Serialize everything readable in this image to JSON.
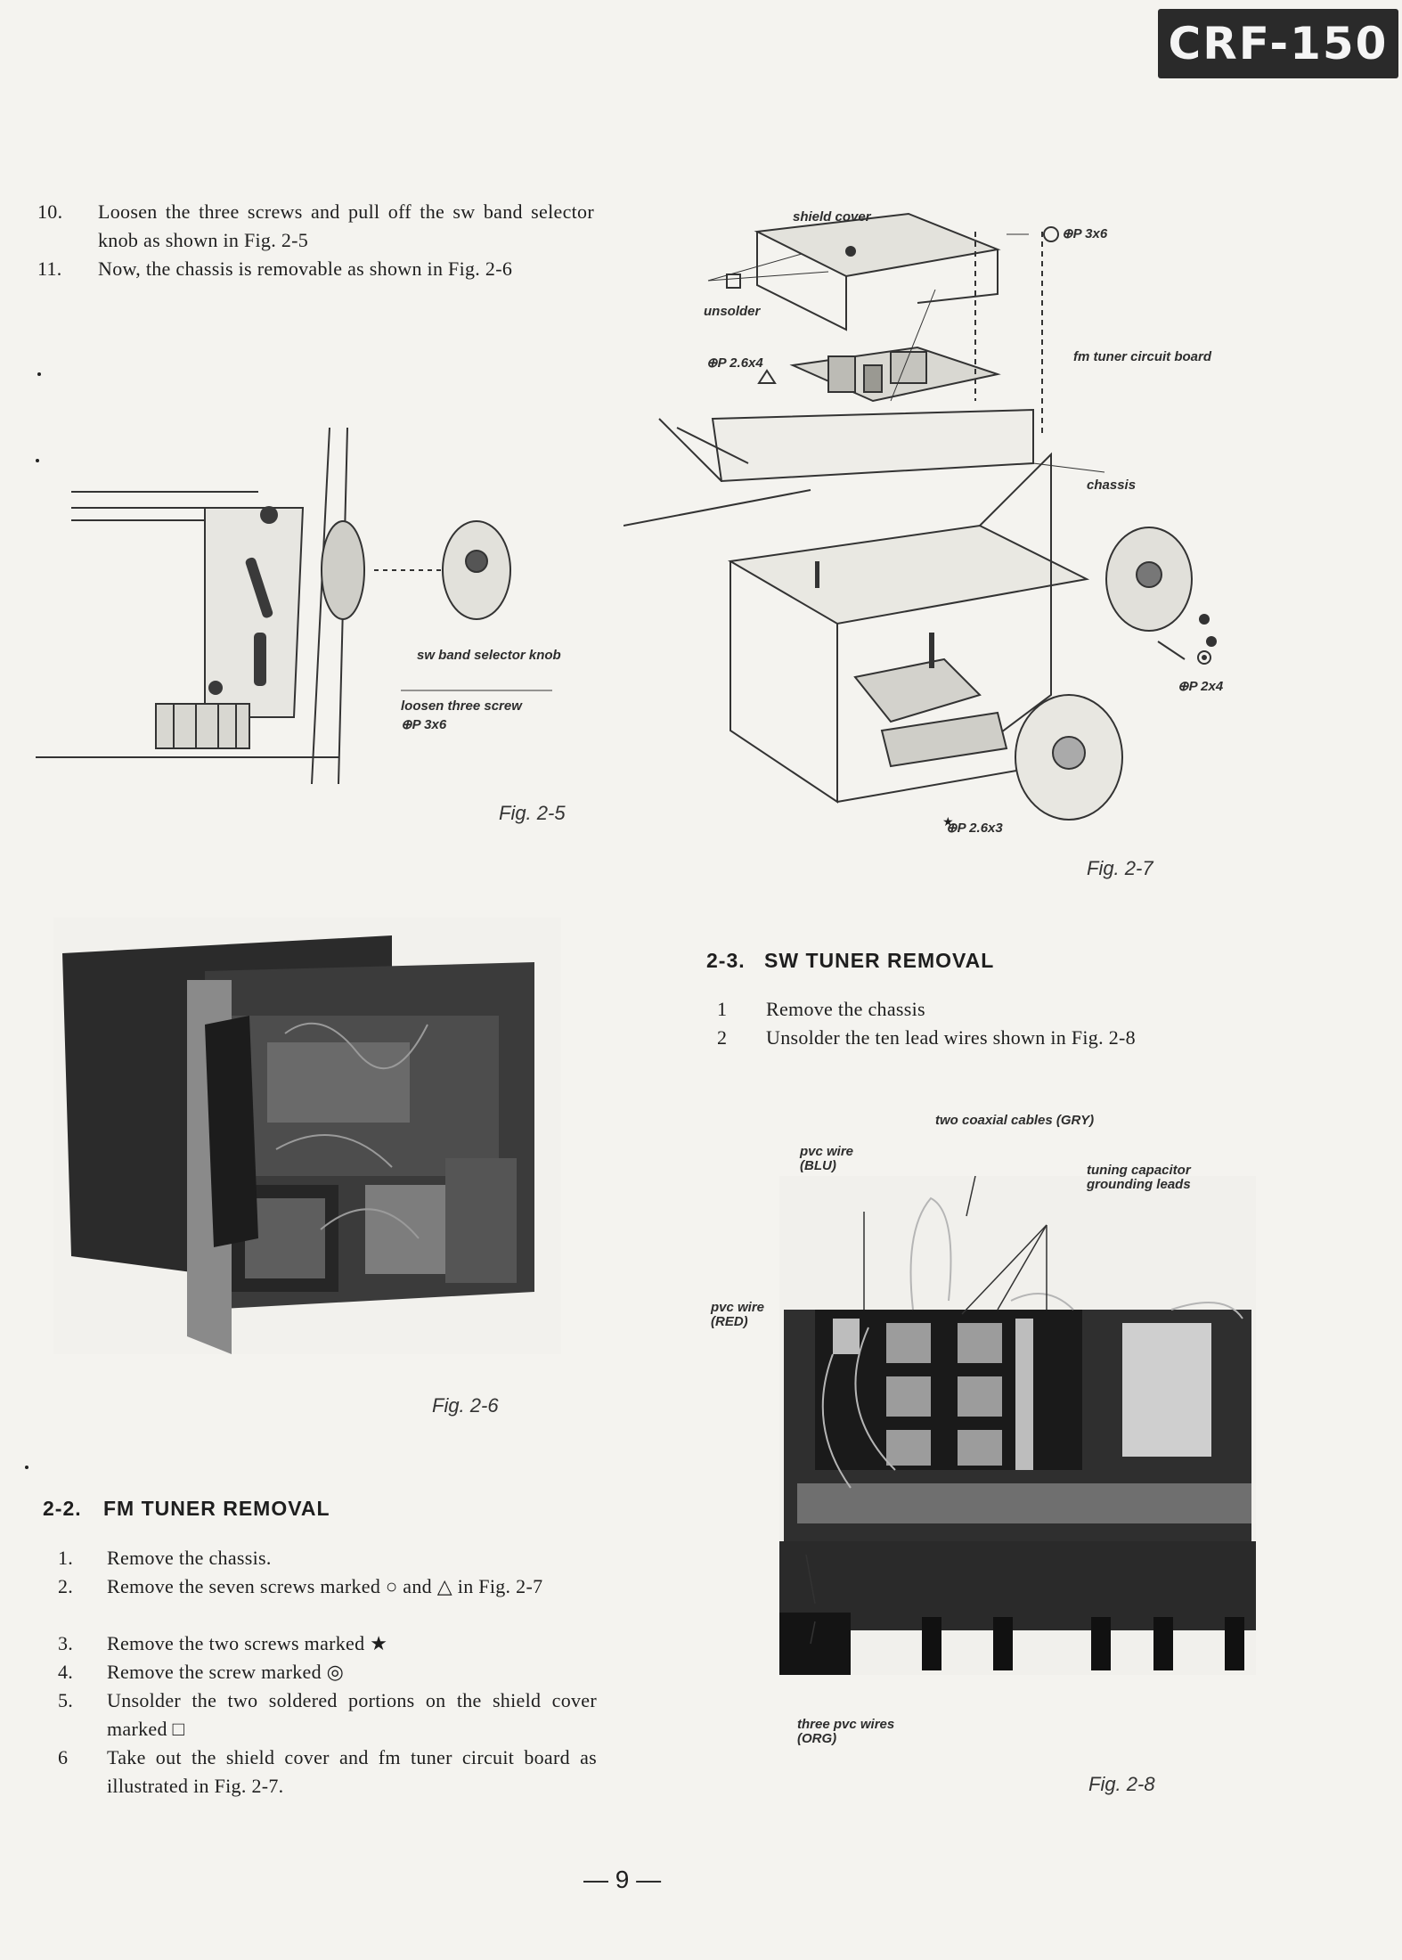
{
  "header": {
    "model": "CRF-150"
  },
  "left_steps": [
    {
      "num": "10.",
      "text": "Loosen the three screws and pull off the sw band selector knob as shown in Fig. 2-5"
    },
    {
      "num": "11.",
      "text": "Now, the chassis is removable as shown in Fig. 2-6"
    }
  ],
  "fig25": {
    "caption": "Fig. 2-5",
    "labels": {
      "knob": "sw band selector knob",
      "screw": "loosen three screw",
      "screw_spec": "⊕P 3x6"
    }
  },
  "fig26": {
    "caption": "Fig. 2-6"
  },
  "fig27": {
    "caption": "Fig. 2-7",
    "labels": {
      "shield": "shield cover",
      "p3x6": "⊕P 3x6",
      "unsolder": "unsolder",
      "p26x4": "⊕P 2.6x4",
      "board": "fm tuner circuit board",
      "chassis": "chassis",
      "p2x4": "⊕P 2x4",
      "p26x3": "⊕P 2.6x3"
    }
  },
  "section22": {
    "number": "2-2.",
    "title": "FM TUNER REMOVAL",
    "steps": [
      {
        "num": "1.",
        "text": "Remove the chassis."
      },
      {
        "num": "2.",
        "text": "Remove the seven screws marked ○ and △ in Fig. 2-7"
      },
      {
        "num": "3.",
        "text": "Remove the two screws marked ★"
      },
      {
        "num": "4.",
        "text": "Remove the screw marked ◎"
      },
      {
        "num": "5.",
        "text": "Unsolder the two soldered portions on the shield cover marked □"
      },
      {
        "num": "6",
        "text": "Take out the shield cover and fm tuner circuit board as illustrated in Fig. 2-7."
      }
    ]
  },
  "section23": {
    "number": "2-3.",
    "title": "SW TUNER REMOVAL",
    "steps": [
      {
        "num": "1",
        "text": "Remove the chassis"
      },
      {
        "num": "2",
        "text": "Unsolder the ten lead wires shown in Fig. 2-8"
      }
    ]
  },
  "fig28": {
    "caption": "Fig. 2-8",
    "labels": {
      "coax": "two coaxial cables (GRY)",
      "blu": "pvc wire (BLU)",
      "tuning": "tuning capacitor grounding leads",
      "red": "pvc wire (RED)",
      "org": "three pvc wires (ORG)"
    }
  },
  "footer": {
    "page": "— 9 —"
  }
}
